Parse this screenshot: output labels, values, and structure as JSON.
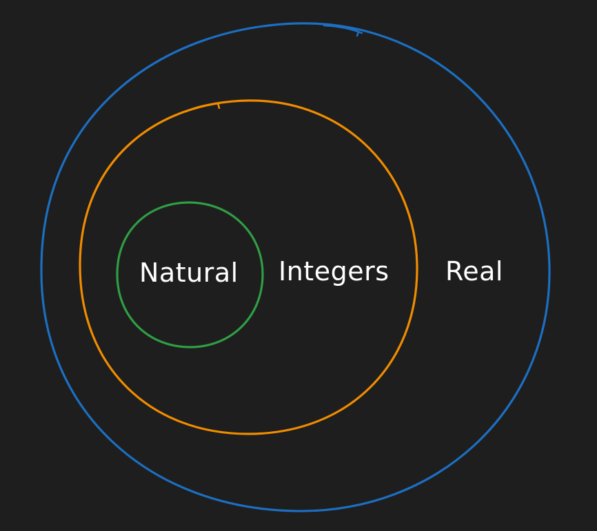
{
  "diagram": {
    "background": "#1e1e1e",
    "sets": [
      {
        "id": "real",
        "label": "Real",
        "color": "#1c6fc2"
      },
      {
        "id": "integers",
        "label": "Integers",
        "color": "#f08c00"
      },
      {
        "id": "natural",
        "label": "Natural",
        "color": "#2f9e44"
      }
    ],
    "label_color": "#ffffff"
  }
}
